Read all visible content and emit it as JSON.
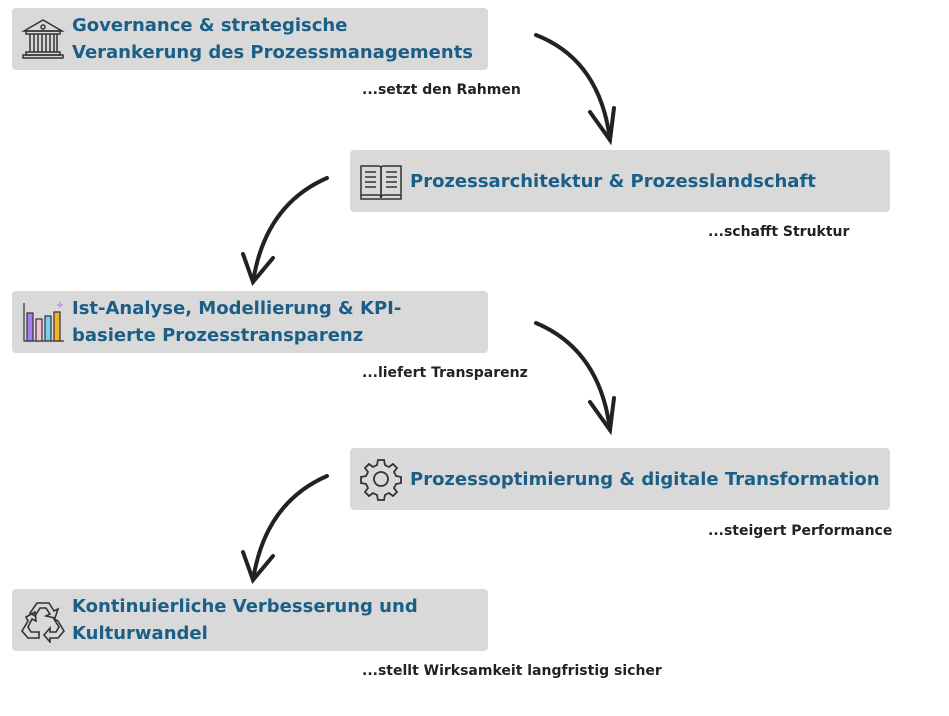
{
  "steps": [
    {
      "title": "Governance & strategische Verankerung des Prozessmanagements",
      "caption": "...setzt den Rahmen",
      "icon": "bank-building-icon"
    },
    {
      "title": "Prozessarchitektur & Prozesslandschaft",
      "caption": "...schafft Struktur",
      "icon": "open-book-icon"
    },
    {
      "title": "Ist-Analyse, Modellierung & KPI-basierte Prozesstransparenz",
      "caption": "...liefert Transparenz",
      "icon": "bar-chart-icon"
    },
    {
      "title": "Prozessoptimierung & digitale Transformation",
      "caption": "...steigert Performance",
      "icon": "gear-icon"
    },
    {
      "title": "Kontinuierliche Verbesserung und Kulturwandel",
      "caption": "...stellt Wirksamkeit langfristig sicher",
      "icon": "recycle-icon"
    }
  ],
  "colors": {
    "box": "#d9d9d9",
    "title": "#1b5f87",
    "caption": "#222222"
  }
}
